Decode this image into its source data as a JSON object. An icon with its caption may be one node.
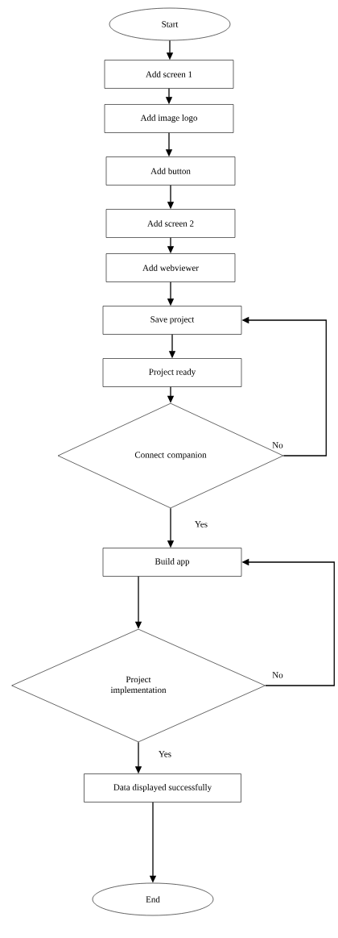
{
  "diagram": {
    "nodes": [
      {
        "text": [
          "Start"
        ]
      },
      {
        "text": [
          "Add screen 1"
        ]
      },
      {
        "text": [
          "Add image logo"
        ]
      },
      {
        "text": [
          "Add button"
        ]
      },
      {
        "text": [
          "Add screen 2"
        ]
      },
      {
        "text": [
          "Add webviewer"
        ]
      },
      {
        "text": [
          "Save project"
        ]
      },
      {
        "text": [
          "Project ready"
        ]
      },
      {
        "text": [
          "Connect companion"
        ]
      },
      {
        "text": [
          "Build app"
        ]
      },
      {
        "text": [
          "Project implementation"
        ]
      },
      {
        "text": [
          "Data displayed successfully"
        ]
      },
      {
        "text": [
          "End"
        ]
      }
    ],
    "edges": [
      {
        "from": 0,
        "to": 1,
        "arrow": "to"
      },
      {
        "from": 1,
        "to": 2,
        "arrow": "to"
      },
      {
        "from": 2,
        "to": 3,
        "arrow": "to"
      },
      {
        "from": 3,
        "to": 4,
        "arrow": "to"
      },
      {
        "from": 4,
        "to": 5,
        "arrow": "to"
      },
      {
        "from": 5,
        "to": 6,
        "arrow": "to"
      },
      {
        "from": 6,
        "to": 7,
        "arrow": "to"
      },
      {
        "from": 7,
        "to": 8,
        "arrow": "to"
      },
      {
        "from": 8,
        "to": 9,
        "arrow": "to",
        "label": "Yes"
      },
      {
        "from": 8,
        "to": 6,
        "arrow": "to",
        "label": "No"
      },
      {
        "from": 9,
        "to": 10,
        "arrow": "to"
      },
      {
        "from": 10,
        "to": 11,
        "arrow": "to",
        "label": "Yes"
      },
      {
        "from": 10,
        "to": 9,
        "arrow": "to",
        "label": "No"
      },
      {
        "from": 11,
        "to": 12,
        "arrow": "to"
      }
    ]
  }
}
